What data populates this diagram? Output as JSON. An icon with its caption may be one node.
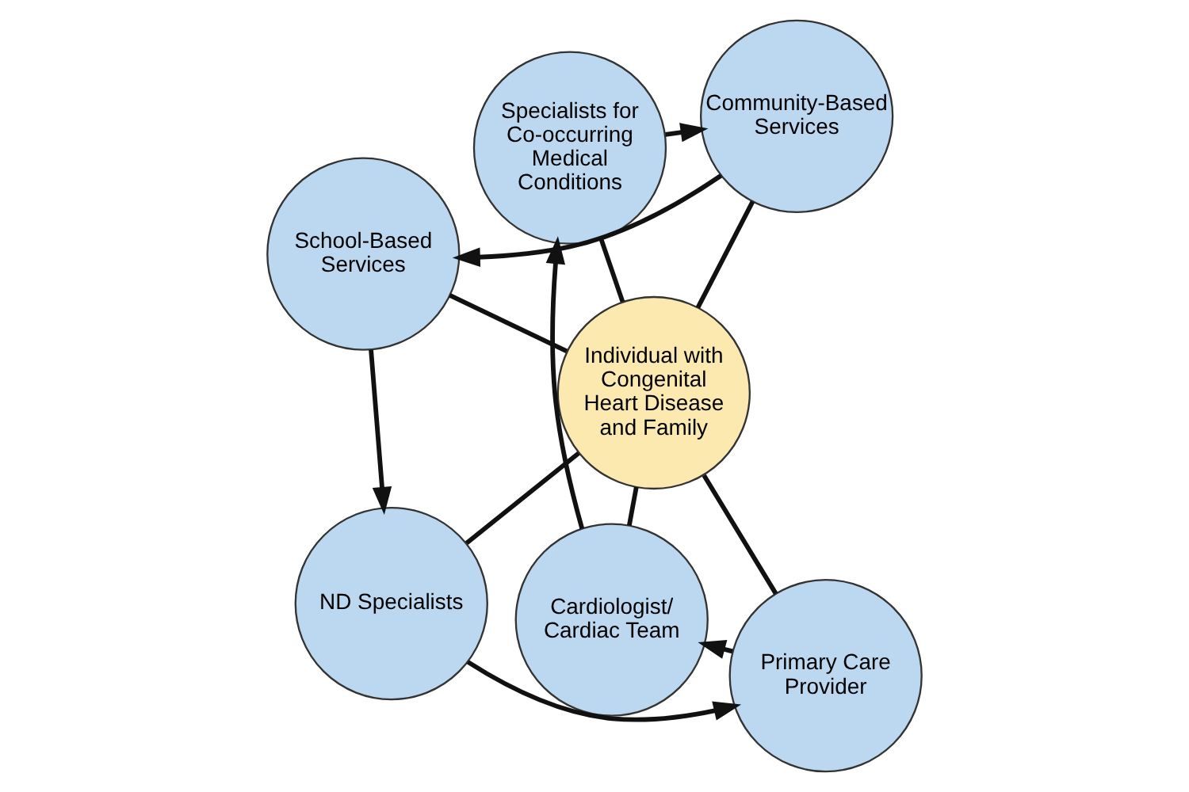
{
  "diagram": {
    "nodes": [
      {
        "text": [
          "Individual with Congenital Heart Disease and Family"
        ]
      },
      {
        "text": [
          "Primary Care Provider"
        ]
      },
      {
        "text": [
          "Cardiologist/ Cardiac Team"
        ]
      },
      {
        "text": [
          "Specialists for Co-occurring Medical Conditions"
        ]
      },
      {
        "text": [
          "Community-Based Services"
        ]
      },
      {
        "text": [
          "School-Based Services"
        ]
      },
      {
        "text": [
          "ND Specialists"
        ]
      }
    ],
    "edges": [
      {
        "from": 0,
        "to": 1,
        "arrow": "none"
      },
      {
        "from": 0,
        "to": 2,
        "arrow": "none"
      },
      {
        "from": 0,
        "to": 3,
        "arrow": "none"
      },
      {
        "from": 0,
        "to": 4,
        "arrow": "none"
      },
      {
        "from": 0,
        "to": 5,
        "arrow": "none"
      },
      {
        "from": 0,
        "to": 6,
        "arrow": "none"
      },
      {
        "from": 1,
        "to": 2,
        "arrow": "to"
      },
      {
        "from": 2,
        "to": 3,
        "arrow": "to"
      },
      {
        "from": 3,
        "to": 4,
        "arrow": "to"
      },
      {
        "from": 4,
        "to": 5,
        "arrow": "to"
      },
      {
        "from": 5,
        "to": 6,
        "arrow": "to"
      },
      {
        "from": 6,
        "to": 1,
        "arrow": "to"
      }
    ]
  }
}
